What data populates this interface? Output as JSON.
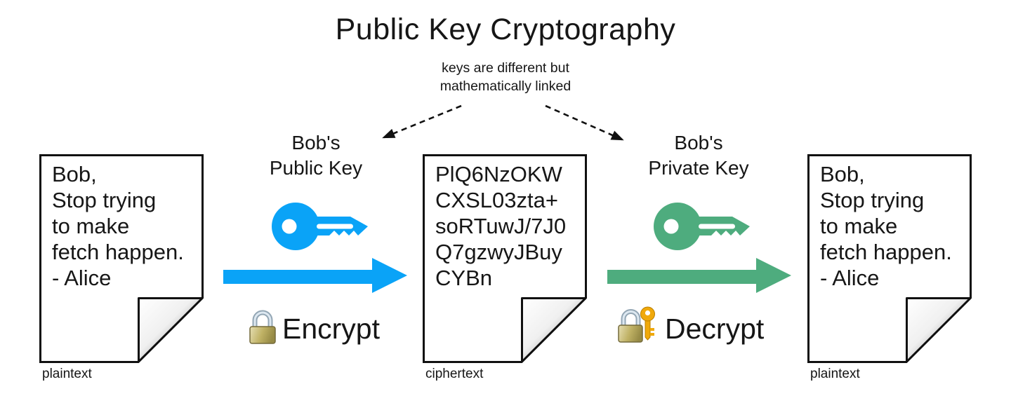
{
  "diagram": {
    "title": "Public Key Cryptography",
    "subtitle": "keys are different but\nmathematically linked",
    "colors": {
      "public_key_blue": "#0aa3f7",
      "private_key_green": "#4eac7e",
      "ink": "#161616",
      "lock_gold": "#c0b264",
      "key_gold": "#f0a90b"
    },
    "documents": [
      {
        "text": "Bob,\nStop trying\nto make\nfetch happen.\n- Alice",
        "label": "plaintext"
      },
      {
        "text": "PlQ6NzOKW\nCXSL03zta+\nsoRTuwJ/7J0\nQ7gzwyJBuy\nCYBn",
        "label": "ciphertext"
      },
      {
        "text": "Bob,\nStop trying\nto make\nfetch happen.\n- Alice",
        "label": "plaintext"
      }
    ],
    "keys": [
      {
        "label": "Bob's\nPublic Key"
      },
      {
        "label": "Bob's\nPrivate Key"
      }
    ],
    "operations": [
      {
        "label": "Encrypt"
      },
      {
        "label": "Decrypt"
      }
    ]
  }
}
